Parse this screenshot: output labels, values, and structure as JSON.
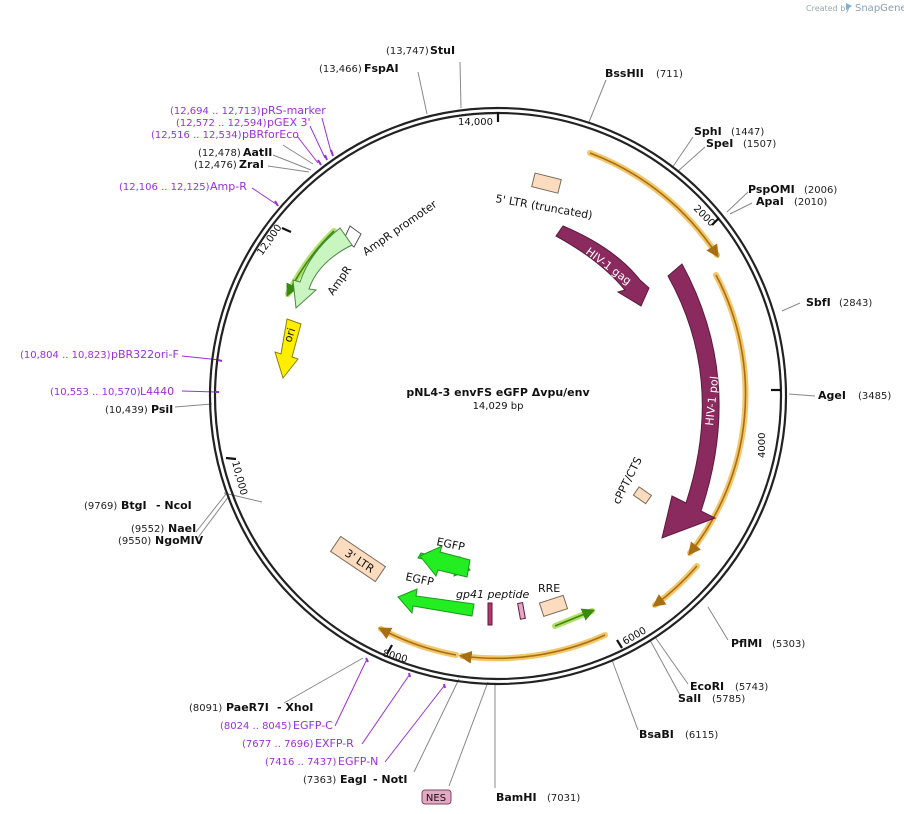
{
  "credit": {
    "prefix": "Created by",
    "brand": "SnapGene"
  },
  "plasmid": {
    "name": "pNL4-3 envFS eGFP Δvpu/env",
    "size": "14,029 bp"
  },
  "ticks": [
    "2000",
    "4000",
    "6000",
    "8000",
    "10,000",
    "12,000",
    "14,000"
  ],
  "sites": [
    {
      "id": "stui",
      "pos": "(13,747)",
      "name": "StuI"
    },
    {
      "id": "fspai",
      "pos": "(13,466)",
      "name": "FspAI"
    },
    {
      "id": "bsshii",
      "pos": "(711)",
      "name": "BssHII"
    },
    {
      "id": "sphi",
      "pos": "(1447)",
      "name": "SphI"
    },
    {
      "id": "spei",
      "pos": "(1507)",
      "name": "SpeI"
    },
    {
      "id": "pspomi",
      "pos": "(2006)",
      "name": "PspOMI"
    },
    {
      "id": "apai",
      "pos": "(2010)",
      "name": "ApaI"
    },
    {
      "id": "sbfi",
      "pos": "(2843)",
      "name": "SbfI"
    },
    {
      "id": "agei",
      "pos": "(3485)",
      "name": "AgeI"
    },
    {
      "id": "pflmi",
      "pos": "(5303)",
      "name": "PflMI"
    },
    {
      "id": "ecori",
      "pos": "(5743)",
      "name": "EcoRI"
    },
    {
      "id": "sali",
      "pos": "(5785)",
      "name": "SalI"
    },
    {
      "id": "bsabi",
      "pos": "(6115)",
      "name": "BsaBI"
    },
    {
      "id": "bamhi",
      "pos": "(7031)",
      "name": "BamHI"
    },
    {
      "id": "eagi",
      "pos": "(7363)",
      "name": "EagI",
      "name2": "- NotI"
    },
    {
      "id": "paer7i",
      "pos": "(8091)",
      "name": "PaeR7I",
      "name2": "- XhoI"
    },
    {
      "id": "ngomiv",
      "pos": "(9550)",
      "name": "NgoMIV"
    },
    {
      "id": "naei",
      "pos": "(9552)",
      "name": "NaeI"
    },
    {
      "id": "btgi",
      "pos": "(9769)",
      "name": "BtgI",
      "name2": "- NcoI"
    },
    {
      "id": "psii",
      "pos": "(10,439)",
      "name": "PsiI"
    },
    {
      "id": "aatii",
      "pos": "(12,478)",
      "name": "AatII"
    },
    {
      "id": "zrai",
      "pos": "(12,476)",
      "name": "ZraI"
    }
  ],
  "primers": [
    {
      "id": "prs-marker",
      "pos": "(12,694 .. 12,713)",
      "name": "pRS-marker"
    },
    {
      "id": "pgex3",
      "pos": "(12,572 .. 12,594)",
      "name": "pGEX 3'"
    },
    {
      "id": "pbrforeco",
      "pos": "(12,516 .. 12,534)",
      "name": "pBRforEco"
    },
    {
      "id": "amp-r",
      "pos": "(12,106 .. 12,125)",
      "name": "Amp-R"
    },
    {
      "id": "pbr322ori-f",
      "pos": "(10,804 .. 10,823)",
      "name": "pBR322ori-F"
    },
    {
      "id": "l4440",
      "pos": "(10,553 .. 10,570)",
      "name": "L4440"
    },
    {
      "id": "egfp-c",
      "pos": "(8024 .. 8045)",
      "name": "EGFP-C"
    },
    {
      "id": "exfp-r",
      "pos": "(7677 .. 7696)",
      "name": "EXFP-R"
    },
    {
      "id": "egfp-n",
      "pos": "(7416 .. 7437)",
      "name": "EGFP-N"
    }
  ],
  "features": {
    "ltr5": "5' LTR (truncated)",
    "gag": "HIV-1 gag",
    "pol": "HIV-1 pol",
    "cppt": "cPPT/CTS",
    "rre": "RRE",
    "gp41": "gp41 peptide",
    "egfp1": "EGFP",
    "egfp2": "EGFP",
    "ltr3": "3' LTR",
    "ampr_promoter": "AmpR promoter",
    "ampr": "AmpR",
    "ori": "ori",
    "nes": "NES"
  },
  "colors": {
    "backbone": "#222222",
    "gag_pol": "#8b2a5e",
    "egfp": "#22ee22",
    "ampr": "#c8f5c0",
    "ori": "#ffee00",
    "ltr": "#fbdcbf",
    "primer": "#9b30d6",
    "orf_outline": "#f2c66a",
    "orf_line": "#a86f12",
    "nes_fill": "#e4a8c4"
  }
}
